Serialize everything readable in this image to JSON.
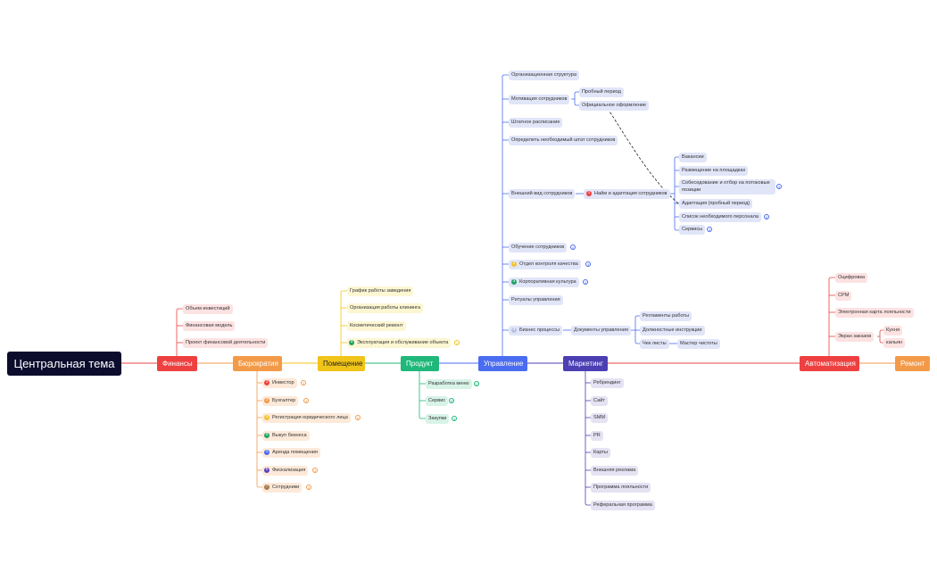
{
  "root": "Центральная тема",
  "branches": {
    "finance": {
      "label": "Финансы",
      "color": "#ee4040",
      "items": [
        "Объем инвестиций",
        "Финансовая модель",
        "Проект финансовой деятельности"
      ]
    },
    "bureaucracy": {
      "label": "Бюрократия",
      "color": "#f39a49",
      "items": [
        {
          "label": "Инвестор",
          "marker": "1",
          "marker_color": "#ee4040",
          "count": "3"
        },
        {
          "label": "Бухгалтер",
          "marker": "2",
          "marker_color": "#f39a49",
          "count": "4"
        },
        {
          "label": "Регистрация юридического лица",
          "marker": "3",
          "marker_color": "#f2c230",
          "count": "5"
        },
        {
          "label": "Выкуп бизнеса",
          "marker": "4",
          "marker_color": "#22a366"
        },
        {
          "label": "Аренда помещения",
          "marker": "5",
          "marker_color": "#4a6cf0"
        },
        {
          "label": "Фискализация",
          "marker": "6",
          "marker_color": "#5b3fc4",
          "count": "3"
        },
        {
          "label": "Сотрудники",
          "marker": "7",
          "marker_color": "#a67c52",
          "count": "3"
        }
      ]
    },
    "premises": {
      "label": "Помещение",
      "color": "#f0c419",
      "text_color": "#222222",
      "items": [
        {
          "label": "График работы заведения"
        },
        {
          "label": "Организация работы клининга"
        },
        {
          "label": "Косметический ремонт"
        },
        {
          "label": "Эксплуатация и обслуживание объекта",
          "marker": "4",
          "marker_color": "#22a366",
          "count": "2"
        }
      ]
    },
    "product": {
      "label": "Продукт",
      "color": "#1fb87a",
      "items": [
        {
          "label": "Разработка меню",
          "count": "12"
        },
        {
          "label": "Сервис",
          "count": "15"
        },
        {
          "label": "Закупки",
          "count": "4"
        }
      ]
    },
    "management": {
      "label": "Управление",
      "color": "#4a6cf0",
      "items": [
        {
          "label": "Организационная структура"
        },
        {
          "label": "Мотивация сотрудников",
          "children": [
            "Пробный период",
            "Официальное оформление"
          ]
        },
        {
          "label": "Штатное расписание"
        },
        {
          "label": "Определить необходимый штат сотрудников"
        },
        {
          "label": "Внешний вид сотрудников",
          "child": {
            "label": "Найм и адаптация сотрудников",
            "marker": "1",
            "marker_color": "#ee4040",
            "children": [
              {
                "label": "Вакансии"
              },
              {
                "label": "Размещение на площадках"
              },
              {
                "label": "Собеседование и отбор на потоковые позиции",
                "count": "3"
              },
              {
                "label": "Адаптация (пробный период)"
              },
              {
                "label": "Список необходимого персонала",
                "count": "5"
              },
              {
                "label": "Сервисы",
                "count": "3"
              }
            ]
          }
        },
        {
          "label": "Обучение сотрудников",
          "count": "4"
        },
        {
          "label": "Отдел контроля качества",
          "marker": "2",
          "marker_color": "#f2c230",
          "count": "3"
        },
        {
          "label": "Корпоративная культура",
          "marker": "3",
          "marker_color": "#22a366",
          "count": "3"
        },
        {
          "label": "Ритуалы управления"
        },
        {
          "label": "Бизнес процессы",
          "marker": "4",
          "marker_color": "#b9bfe0",
          "child": {
            "label": "Документы управления",
            "children": [
              {
                "label": "Регламенты работы"
              },
              {
                "label": "Должностные инструкции"
              },
              {
                "label": "Чек листы",
                "child": "Мастер чистоты"
              }
            ]
          }
        }
      ]
    },
    "marketing": {
      "label": "Маркетинг",
      "color": "#4b3fb3",
      "items": [
        "Ребрендинг",
        "Сайт",
        "SMM",
        "PR",
        "Карты",
        "Внешняя реклама",
        "Программа лояльности",
        "Реферальная программа"
      ]
    },
    "automation": {
      "label": "Автоматизация",
      "color": "#ee4040",
      "items": [
        {
          "label": "Оцифровка"
        },
        {
          "label": "CPM"
        },
        {
          "label": "Электронная карта лояльности"
        },
        {
          "label": "Экран заказов",
          "children": [
            "Кухня",
            "кальян"
          ]
        }
      ]
    },
    "repair": {
      "label": "Ремонт",
      "color": "#f39a49"
    }
  }
}
